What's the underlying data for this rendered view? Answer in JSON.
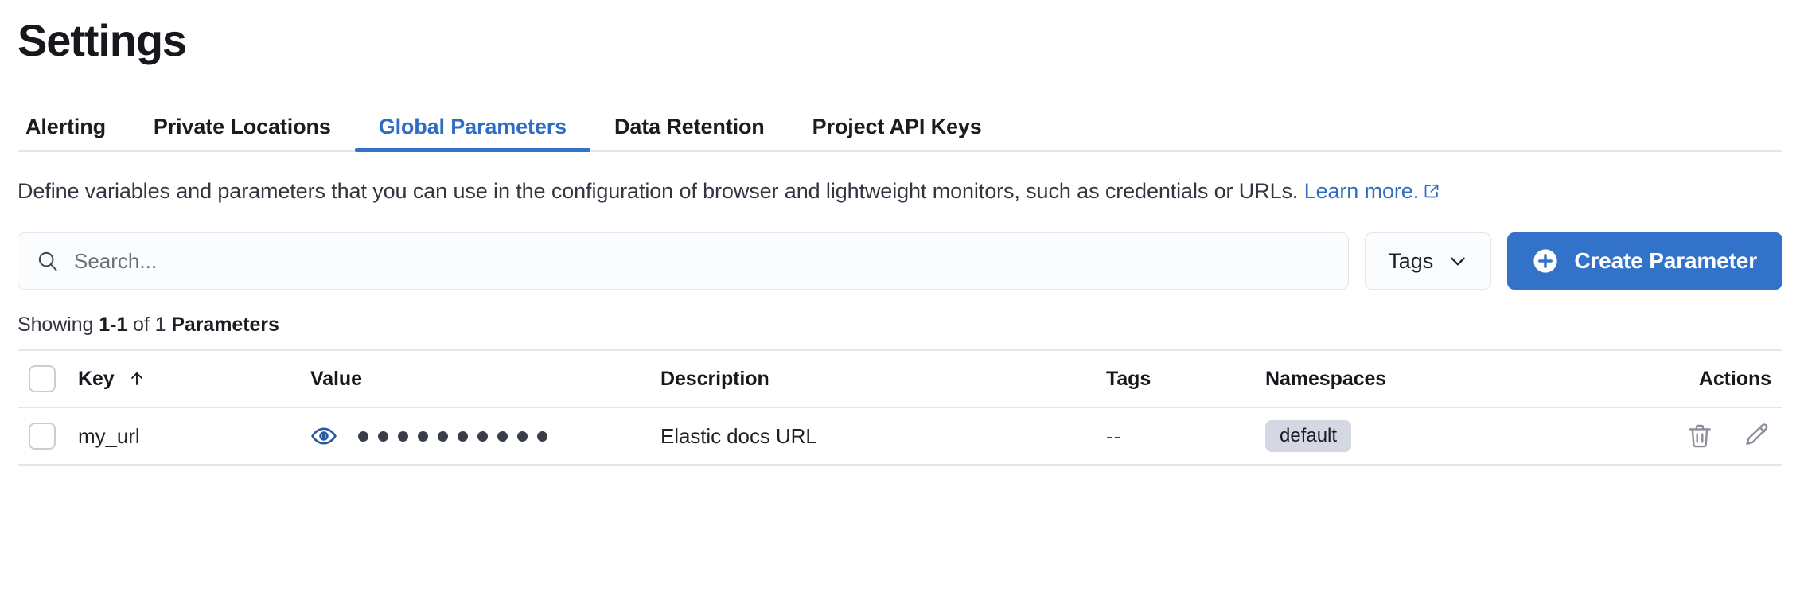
{
  "page": {
    "title": "Settings"
  },
  "tabs": [
    {
      "label": "Alerting",
      "active": false
    },
    {
      "label": "Private Locations",
      "active": false
    },
    {
      "label": "Global Parameters",
      "active": true
    },
    {
      "label": "Data Retention",
      "active": false
    },
    {
      "label": "Project API Keys",
      "active": false
    }
  ],
  "description": {
    "text": "Define variables and parameters that you can use in the configuration of browser and lightweight monitors, such as credentials or URLs.",
    "link_label": "Learn more.",
    "link_icon": "external-link-icon"
  },
  "controls": {
    "search": {
      "icon": "search-icon",
      "placeholder": "Search...",
      "value": ""
    },
    "tags_filter": {
      "label": "Tags",
      "icon": "chevron-down-icon"
    },
    "create_button": {
      "label": "Create Parameter",
      "icon": "plus-circle-icon"
    }
  },
  "results": {
    "prefix": "Showing",
    "range": "1-1",
    "middle": "of 1",
    "noun": "Parameters"
  },
  "table": {
    "columns": [
      {
        "key": "select",
        "label": ""
      },
      {
        "key": "key",
        "label": "Key",
        "sort": "asc",
        "sort_icon": "arrow-up-icon"
      },
      {
        "key": "value",
        "label": "Value"
      },
      {
        "key": "description",
        "label": "Description"
      },
      {
        "key": "tags",
        "label": "Tags"
      },
      {
        "key": "namespaces",
        "label": "Namespaces"
      },
      {
        "key": "actions",
        "label": "Actions"
      }
    ],
    "rows": [
      {
        "selected": false,
        "key": "my_url",
        "value_masked": true,
        "value_icon": "eye-icon",
        "value_dots": 10,
        "description": "Elastic docs URL",
        "tags": "--",
        "namespaces": [
          "default"
        ],
        "actions": [
          {
            "name": "delete-icon",
            "label": "Delete"
          },
          {
            "name": "edit-icon",
            "label": "Edit"
          }
        ]
      }
    ]
  },
  "colors": {
    "accent": "#3272c8",
    "link": "#2f6cc4",
    "border": "#e3e6ef",
    "badge_bg": "#d3d8e3",
    "icon_muted": "#8a8e99",
    "eye": "#2a5a9e"
  }
}
